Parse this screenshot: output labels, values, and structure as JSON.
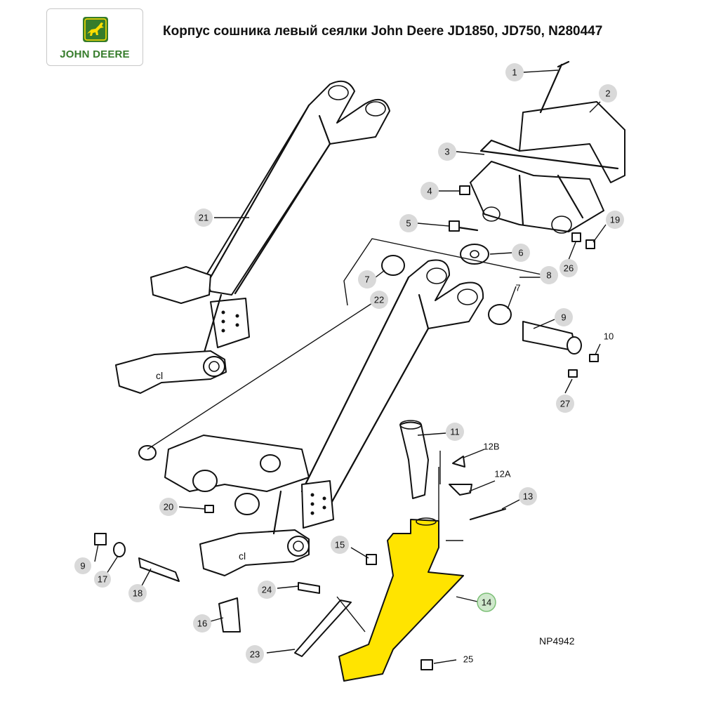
{
  "title": "Корпус сошника левый сеялки John Deere JD1850, JD750, N280447",
  "logo": {
    "brand_text": "JOHN DEERE",
    "icon": "leaping-deer-icon",
    "green": "#367c2b",
    "yellow": "#ffde00"
  },
  "drawing_code": "NP4942",
  "highlight_color": "#ffe400",
  "callouts": [
    {
      "id": "1",
      "label": "1",
      "style": "bubble"
    },
    {
      "id": "2",
      "label": "2",
      "style": "bubble"
    },
    {
      "id": "3",
      "label": "3",
      "style": "bubble"
    },
    {
      "id": "4",
      "label": "4",
      "style": "bubble"
    },
    {
      "id": "5",
      "label": "5",
      "style": "bubble"
    },
    {
      "id": "6",
      "label": "6",
      "style": "bubble"
    },
    {
      "id": "7a",
      "label": "7",
      "style": "bubble"
    },
    {
      "id": "7b",
      "label": "7",
      "style": "plain"
    },
    {
      "id": "8",
      "label": "8",
      "style": "bubble"
    },
    {
      "id": "9a",
      "label": "9",
      "style": "bubble"
    },
    {
      "id": "9b",
      "label": "9",
      "style": "bubble"
    },
    {
      "id": "10",
      "label": "10",
      "style": "plain"
    },
    {
      "id": "11",
      "label": "11",
      "style": "bubble"
    },
    {
      "id": "12A",
      "label": "12A",
      "style": "plain"
    },
    {
      "id": "12B",
      "label": "12B",
      "style": "plain"
    },
    {
      "id": "13",
      "label": "13",
      "style": "bubble"
    },
    {
      "id": "14",
      "label": "14",
      "style": "highlight"
    },
    {
      "id": "15",
      "label": "15",
      "style": "bubble"
    },
    {
      "id": "16",
      "label": "16",
      "style": "bubble"
    },
    {
      "id": "17",
      "label": "17",
      "style": "bubble"
    },
    {
      "id": "18",
      "label": "18",
      "style": "bubble"
    },
    {
      "id": "19",
      "label": "19",
      "style": "bubble"
    },
    {
      "id": "20",
      "label": "20",
      "style": "bubble"
    },
    {
      "id": "21",
      "label": "21",
      "style": "bubble"
    },
    {
      "id": "22",
      "label": "22",
      "style": "bubble"
    },
    {
      "id": "23",
      "label": "23",
      "style": "bubble"
    },
    {
      "id": "24",
      "label": "24",
      "style": "bubble"
    },
    {
      "id": "25",
      "label": "25",
      "style": "plain"
    },
    {
      "id": "26",
      "label": "26",
      "style": "bubble"
    },
    {
      "id": "27",
      "label": "27",
      "style": "bubble"
    }
  ]
}
